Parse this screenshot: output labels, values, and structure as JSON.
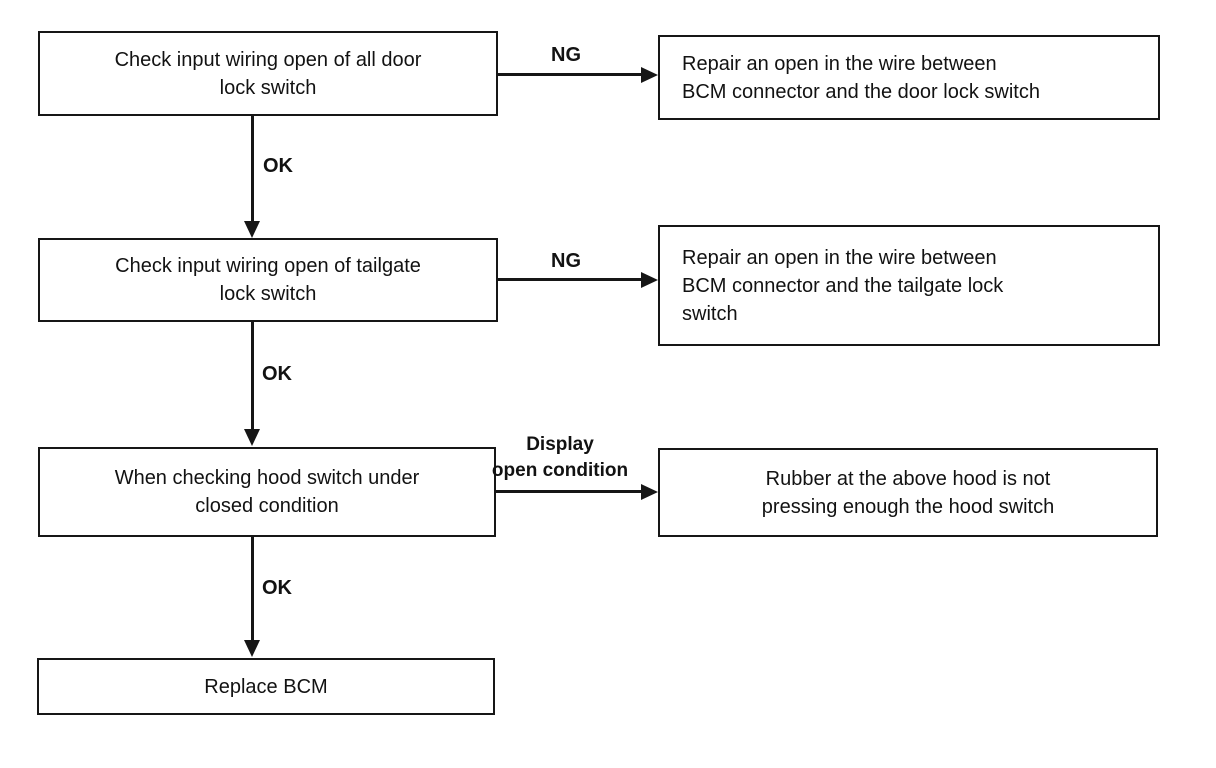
{
  "canvas": {
    "background": "#ffffff",
    "line_color": "#161616",
    "text_color": "#121212"
  },
  "nodes": {
    "check_door_lock": {
      "lines": [
        "Check input wiring open of all door",
        "lock switch"
      ]
    },
    "repair_door_wire": {
      "lines": [
        "Repair an open in the wire between",
        "BCM connector and the door lock switch"
      ]
    },
    "check_tailgate_lock": {
      "lines": [
        "Check input wiring open of tailgate",
        "lock switch"
      ]
    },
    "repair_tailgate_wire": {
      "lines": [
        "Repair an open in the wire between",
        "BCM connector and the tailgate lock",
        "switch"
      ]
    },
    "check_hood_switch": {
      "lines": [
        "When checking hood switch under",
        "closed condition"
      ]
    },
    "rubber_hood": {
      "lines": [
        "Rubber at the above hood is not",
        "pressing enough the hood switch"
      ]
    },
    "replace_bcm": {
      "lines": [
        "Replace BCM"
      ]
    }
  },
  "edge_labels": {
    "ng_door": "NG",
    "ok_door": "OK",
    "ng_tailgate": "NG",
    "ok_tailgate": "OK",
    "display_open": {
      "lines": [
        "Display",
        "open condition"
      ]
    },
    "ok_hood": "OK"
  },
  "edges": [
    {
      "from": "check_door_lock",
      "to": "repair_door_wire",
      "label": "NG"
    },
    {
      "from": "check_door_lock",
      "to": "check_tailgate_lock",
      "label": "OK"
    },
    {
      "from": "check_tailgate_lock",
      "to": "repair_tailgate_wire",
      "label": "NG"
    },
    {
      "from": "check_tailgate_lock",
      "to": "check_hood_switch",
      "label": "OK"
    },
    {
      "from": "check_hood_switch",
      "to": "rubber_hood",
      "label": "Display open condition"
    },
    {
      "from": "check_hood_switch",
      "to": "replace_bcm",
      "label": "OK"
    }
  ]
}
